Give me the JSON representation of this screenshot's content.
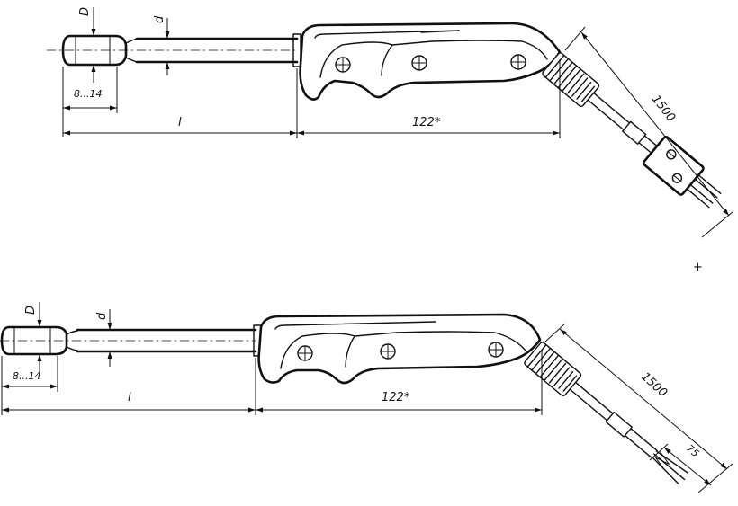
{
  "top_view": {
    "label_D": "D",
    "label_d": "d",
    "label_tip_length": "8...14",
    "label_l": "l",
    "label_handle": "122*",
    "label_cable": "1500",
    "label_plus": "+"
  },
  "bottom_view": {
    "label_D": "D",
    "label_d": "d",
    "label_tip_length": "8...14",
    "label_l": "l",
    "label_handle": "122*",
    "label_cable": "1500",
    "label_strip": "75"
  }
}
